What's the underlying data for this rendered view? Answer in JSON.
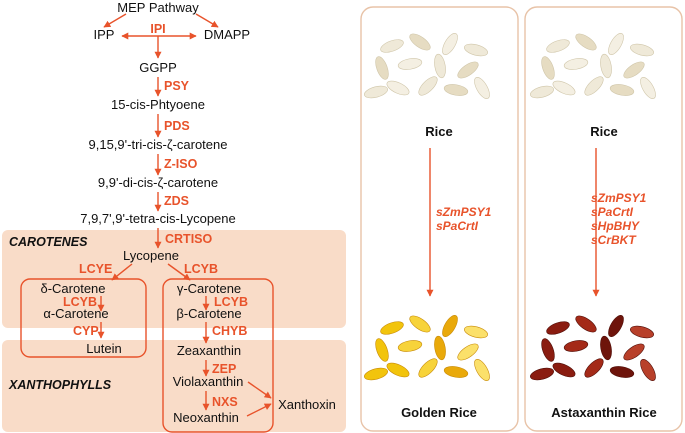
{
  "pathway": {
    "mep": "MEP Pathway",
    "ipp": "IPP",
    "ipi": "IPI",
    "dmapp": "DMAPP",
    "ggpp": "GGPP",
    "psy": "PSY",
    "phytoene": "15-cis-Phtyoene",
    "pds": "PDS",
    "tri_cis": "9,15,9'-tri-cis-ζ-carotene",
    "ziso": "Z-ISO",
    "di_cis": "9,9'-di-cis-ζ-carotene",
    "zds": "ZDS",
    "tetra_cis": "7,9,7',9'-tetra-cis-Lycopene",
    "carotenes": "CAROTENES",
    "crtiso": "CRTISO",
    "lycopene": "Lycopene",
    "lcye": "LCYE",
    "lcyb": "LCYB",
    "delta": "δ-Carotene",
    "lcyb2": "LCYB",
    "alpha": "α-Carotene",
    "cyp": "CYP",
    "lutein": "Lutein",
    "gamma": "γ-Carotene",
    "lcyb3": "LCYB",
    "beta": "β-Carotene",
    "chyb": "CHYB",
    "zeaxanthin": "Zeaxanthin",
    "xanthophylls": "XANTHOPHYLLS",
    "zep": "ZEP",
    "violaxanthin": "Violaxanthin",
    "nxs": "NXS",
    "neoxanthin": "Neoxanthin",
    "xanthoxin": "Xanthoxin"
  },
  "panels": [
    {
      "top_label": "Rice",
      "genes": [
        "sZmPSY1",
        "sPaCrtI"
      ],
      "bottom_label": "Golden Rice",
      "grain_color": "#f2c40c"
    },
    {
      "top_label": "Rice",
      "genes": [
        "sZmPSY1",
        "sPaCrtI",
        "sHpBHY",
        "sCrBKT"
      ],
      "bottom_label": "Astaxanthin Rice",
      "grain_color": "#8a1c10"
    }
  ],
  "colors": {
    "accent": "#e8532b",
    "band": "#f9dcc8",
    "rice": "#ece6d4"
  }
}
